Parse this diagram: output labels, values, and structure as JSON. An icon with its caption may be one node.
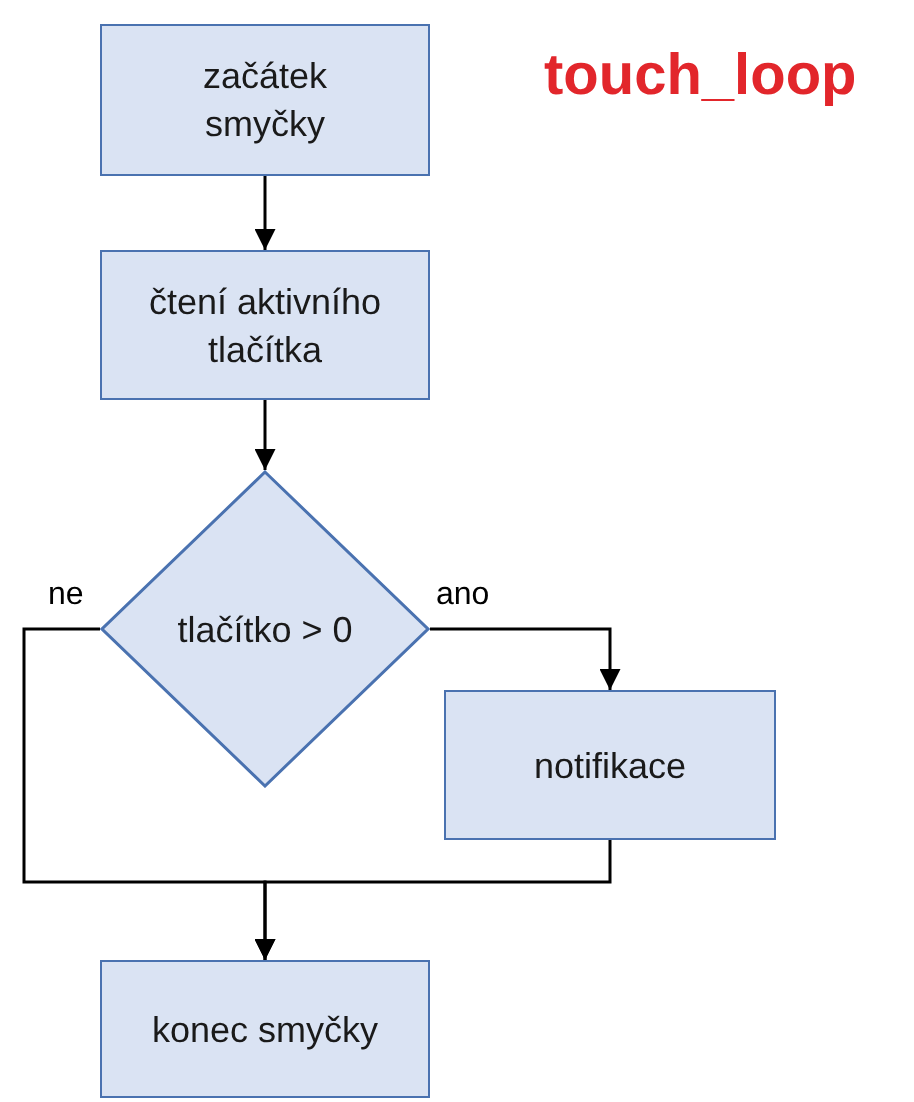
{
  "diagram": {
    "title": "touch_loop",
    "nodes": [
      {
        "text": [
          "začátek smyčky"
        ]
      },
      {
        "text": [
          "čtení aktivního tlačítka"
        ]
      },
      {
        "text": [
          "tlačítko > 0"
        ]
      },
      {
        "text": [
          "notifikace"
        ]
      },
      {
        "text": [
          "konec smyčky"
        ]
      }
    ],
    "edges": [
      {
        "from": 0,
        "to": 1,
        "arrow": "to"
      },
      {
        "from": 1,
        "to": 2,
        "arrow": "to"
      },
      {
        "from": 2,
        "to": 3,
        "arrow": "to",
        "label": "ano"
      },
      {
        "from": 2,
        "to": 4,
        "arrow": "to",
        "label": "ne"
      },
      {
        "from": 3,
        "to": 4,
        "arrow": "to"
      }
    ]
  }
}
